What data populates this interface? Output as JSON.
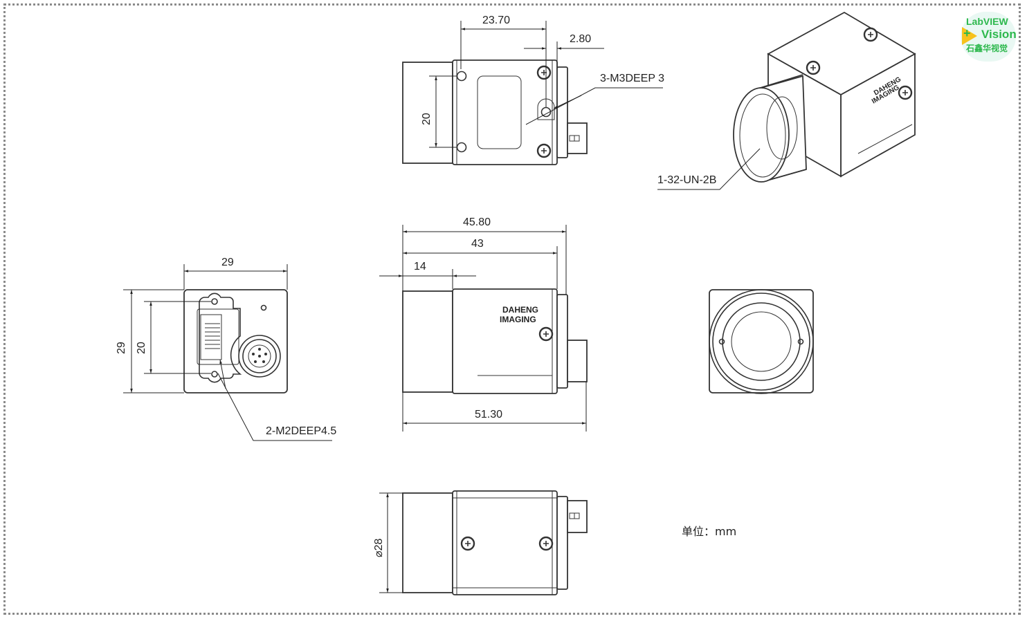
{
  "drawing": {
    "top_view": {
      "dim_width": "23.70",
      "dim_offset": "2.80",
      "dim_hole_spacing": "20",
      "hole_note": "3-M3DEEP 3"
    },
    "iso_view": {
      "thread_note": "1-32-UN-2B",
      "brand_line1": "DAHENG",
      "brand_line2": "IMAGING"
    },
    "back_view": {
      "dim_width": "29",
      "dim_height": "29",
      "dim_hole_spacing": "20",
      "hole_note": "2-M2DEEP4.5"
    },
    "side_view": {
      "dim_body_with_connector": "45.80",
      "dim_body": "43",
      "dim_lens": "14",
      "dim_total": "51.30",
      "brand_line1": "DAHENG",
      "brand_line2": "IMAGING"
    },
    "bottom_view": {
      "dim_diameter": "⌀28"
    },
    "unit_label": "单位：mm"
  },
  "logo": {
    "line1": "LabVIEW",
    "line2": "Vision",
    "line3": "石鑫华视觉",
    "accent": "#2db84d",
    "triangle": "#f7c21c"
  }
}
